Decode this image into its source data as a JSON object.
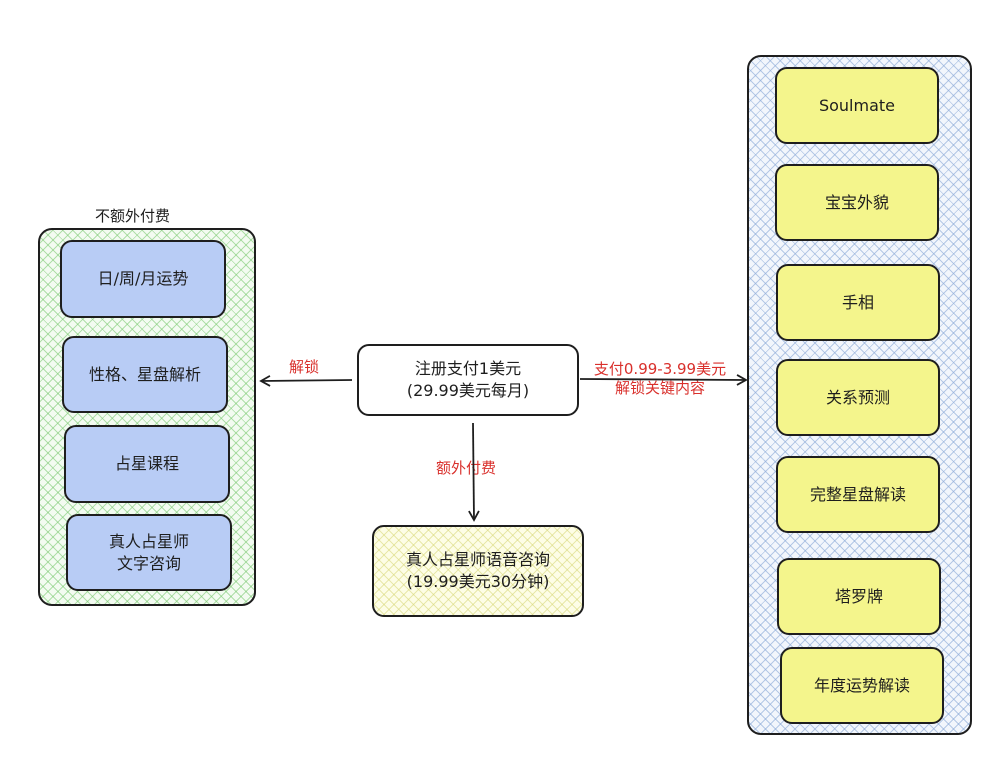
{
  "left_group": {
    "title": "不额外付费",
    "items": [
      "日/周/月运势",
      "性格、星盘解析",
      "占星课程",
      "真人占星师\n文字咨询"
    ]
  },
  "center": {
    "main": "注册支付1美元\n(29.99美元每月)",
    "voice": "真人占星师语音咨询\n(19.99美元30分钟)"
  },
  "edges": {
    "unlock": "解锁",
    "extra_fee": "额外付费",
    "pay_line1": "支付0.99-3.99美元",
    "pay_line2": "解锁关键内容"
  },
  "right_group": {
    "items": [
      "Soulmate",
      "宝宝外貌",
      "手相",
      "关系预测",
      "完整星盘解读",
      "塔罗牌",
      "年度运势解读"
    ]
  },
  "colors": {
    "blue_node": "#b8ccf5",
    "yellow_node": "#f4f58c",
    "red_label": "#d9302c",
    "stroke": "#1e1e1e"
  }
}
